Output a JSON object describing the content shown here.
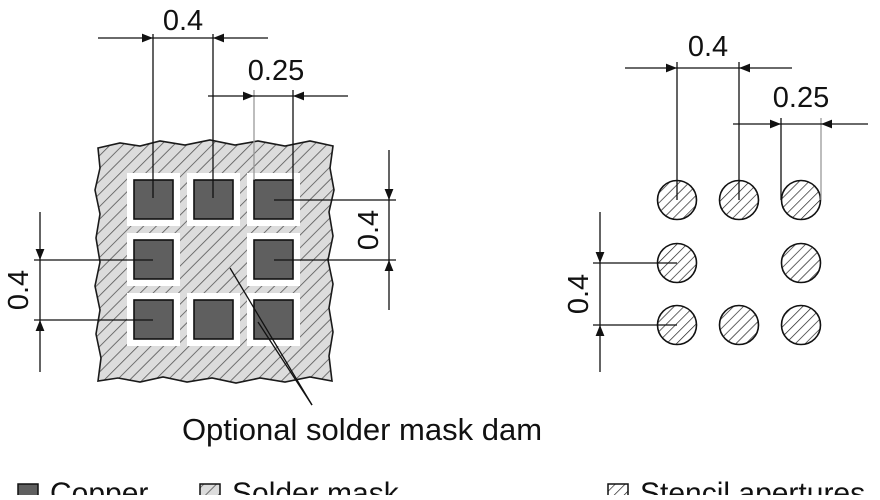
{
  "left_diagram": {
    "pitch_top": "0.4",
    "pad_width": "0.25",
    "pitch_right": "0.4",
    "pitch_left": "0.4"
  },
  "right_diagram": {
    "pitch_top": "0.4",
    "aperture_width": "0.25",
    "pitch_left": "0.4"
  },
  "annotation": "Optional solder mask dam",
  "legend": {
    "copper": "Copper",
    "solder_mask": "Solder mask",
    "stencil": "Stencil apertures"
  },
  "colors": {
    "copper": "#5f5f5f",
    "solder_mask_fill": "#d6d6d6",
    "outline": "#1a1a1a"
  }
}
